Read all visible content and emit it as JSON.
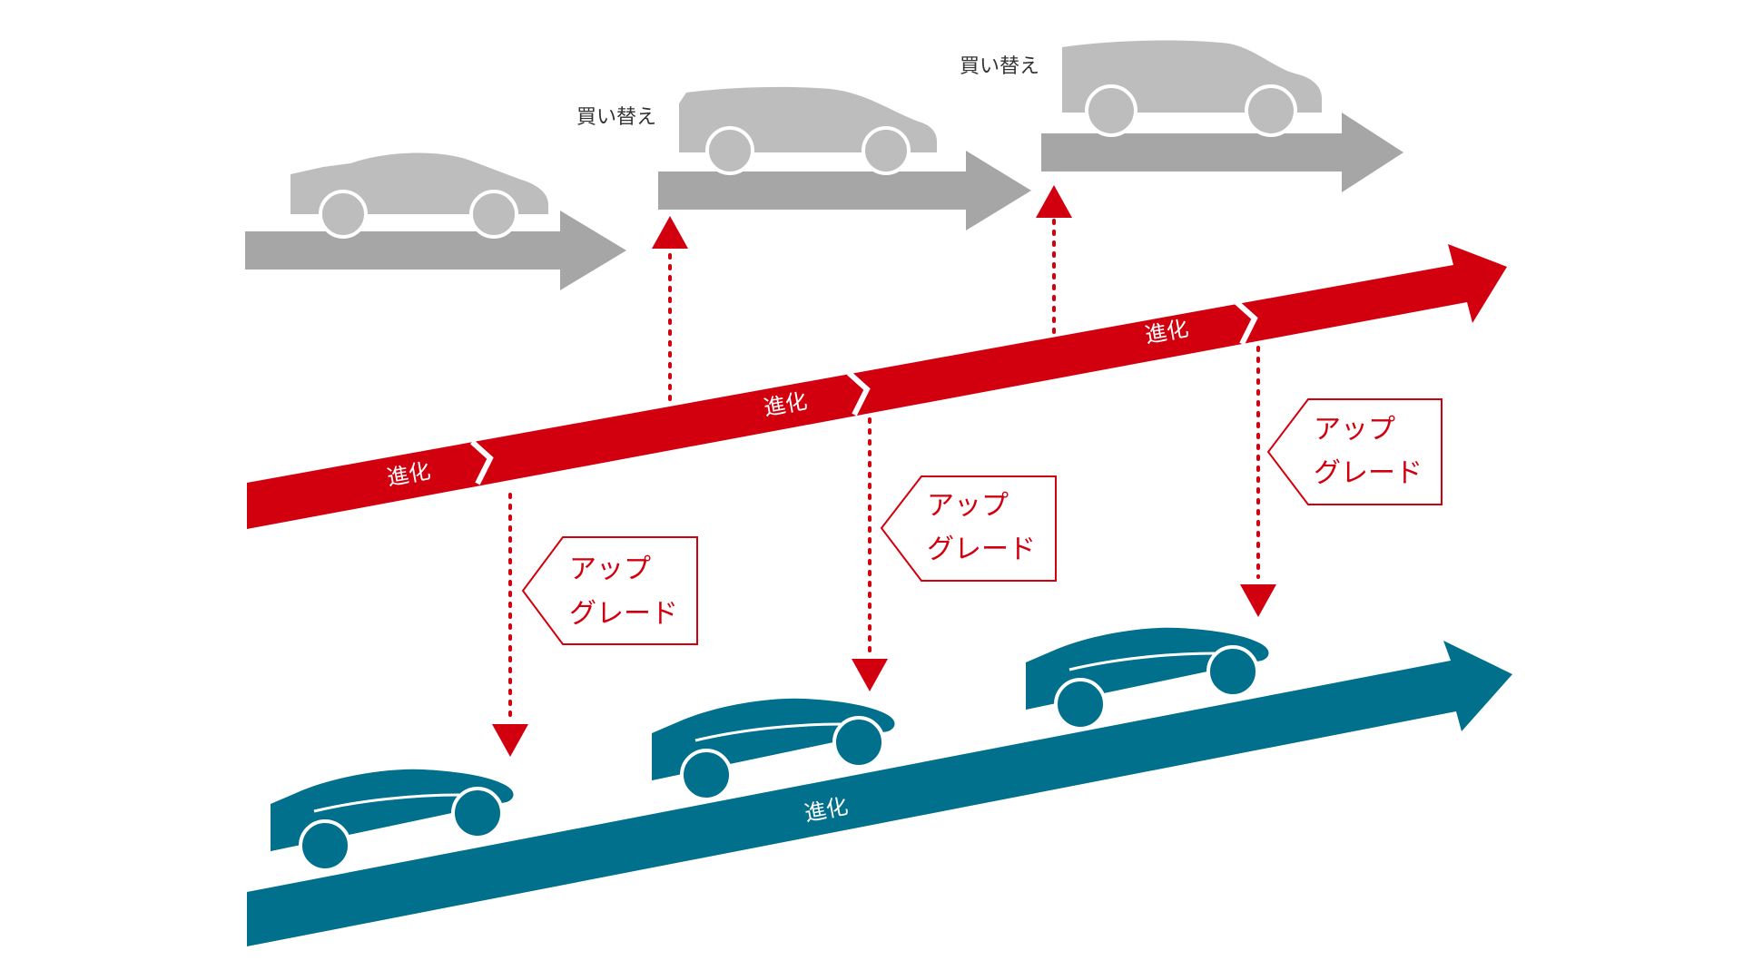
{
  "labels": {
    "replace": "買い替え",
    "evolution": "進化",
    "upgrade_line1": "アップ",
    "upgrade_line2": "グレード"
  },
  "colors": {
    "gray_arrow": "#a6a6a6",
    "gray_car": "#bdbdbd",
    "red": "#d2000f",
    "teal": "#00708c",
    "white": "#ffffff",
    "text_dark": "#333333"
  },
  "icons": {
    "gray_car": "car-silhouette-icon",
    "teal_car": "sports-car-silhouette-icon",
    "arrow_head": "triangle-arrowhead-icon"
  }
}
